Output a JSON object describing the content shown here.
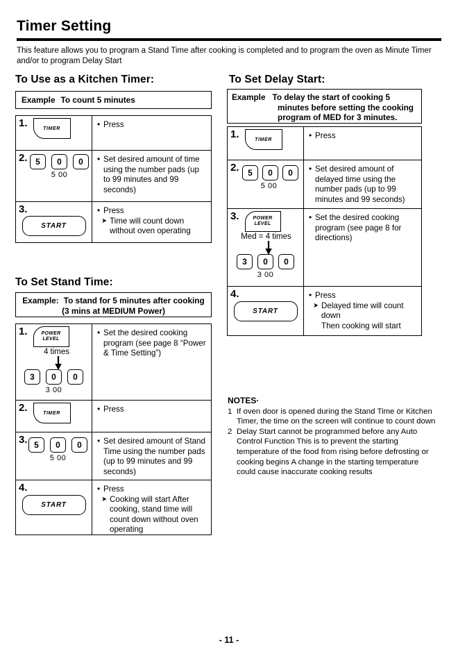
{
  "document": {
    "title": "Timer Setting",
    "intro": "This feature allows you to program a Stand Time after cooking is completed and to program the oven as Minute Timer and/or to program Delay Start",
    "page_number": "- 11 -"
  },
  "sections": {
    "kitchen_timer": {
      "heading": "To Use as a Kitchen Timer:",
      "example": {
        "lead": "Example",
        "body": "To count 5 minutes"
      },
      "steps": [
        {
          "num": "1.",
          "control": "timer-button",
          "button_label": "TIMER",
          "instruction_bullet": "Press"
        },
        {
          "num": "2.",
          "control": "number-pads",
          "pads": [
            "5",
            "0",
            "0"
          ],
          "display": "5 00",
          "instruction_bullet": "Set desired amount of time using the number pads  (up to 99 minutes and 99 seconds)"
        },
        {
          "num": "3.",
          "control": "start-button",
          "button_label": "START",
          "instruction_bullet": "Press",
          "instruction_arrow": "Time will count down without oven operating"
        }
      ]
    },
    "stand_time": {
      "heading": "To Set Stand Time:",
      "example": {
        "lead": "Example:",
        "body_line1": "To stand for 5 minutes after cooking",
        "body_line2": "(3 mins  at MEDIUM Power)"
      },
      "steps": [
        {
          "num": "1.",
          "control": "power-level-button",
          "button_label_line1": "POWER",
          "button_label_line2": "LEVEL",
          "times_label": "4 times",
          "pads": [
            "3",
            "0",
            "0"
          ],
          "display": "3 00",
          "instruction_bullet": "Set the desired cooking program (see page 8 “Power & Time Setting”)"
        },
        {
          "num": "2.",
          "control": "timer-button",
          "button_label": "TIMER",
          "instruction_bullet": "Press"
        },
        {
          "num": "3.",
          "control": "number-pads",
          "pads": [
            "5",
            "0",
            "0"
          ],
          "display": "5 00",
          "instruction_bullet": "Set desired amount of Stand Time using the number pads  (up to 99 minutes and 99 seconds)"
        },
        {
          "num": "4.",
          "control": "start-button",
          "button_label": "START",
          "instruction_bullet": "Press",
          "instruction_arrow": "Cooking will start  After cooking, stand time will count down without oven operating"
        }
      ]
    },
    "delay_start": {
      "heading": "To Set Delay Start:",
      "example": {
        "lead": "Example",
        "body_line1": "To delay the start of cooking 5",
        "body_line2": "minutes before setting the cooking",
        "body_line3": "program of MED  for 3 minutes."
      },
      "steps": [
        {
          "num": "1.",
          "control": "timer-button",
          "button_label": "TIMER",
          "instruction_bullet": "Press"
        },
        {
          "num": "2.",
          "control": "number-pads",
          "pads": [
            "5",
            "0",
            "0"
          ],
          "display": "5 00",
          "instruction_bullet": "Set desired amount of delayed time using the number pads  (up to 99 minutes and 99 seconds)"
        },
        {
          "num": "3.",
          "control": "power-level-button",
          "button_label_line1": "POWER",
          "button_label_line2": "LEVEL",
          "times_label": "Med = 4 times",
          "pads": [
            "3",
            "0",
            "0"
          ],
          "display": "3 00",
          "instruction_bullet": "Set the desired cooking program (see page 8 for directions)"
        },
        {
          "num": "4.",
          "control": "start-button",
          "button_label": "START",
          "instruction_bullet": "Press",
          "instruction_arrow": "Delayed time will count down",
          "instruction_plain": "Then cooking will start"
        }
      ]
    }
  },
  "notes": {
    "title": "NOTES·",
    "items": [
      {
        "marker": "1",
        "text": "If oven door is opened during the Stand Time or Kitchen Timer, the time on the screen will continue to count down"
      },
      {
        "marker": "2",
        "text": "Delay Start cannot be programmed before any Auto Control Function This is to prevent the starting temperature of the food from rising before defrosting or cooking begins  A change in the starting temperature could cause inaccurate cooking results"
      }
    ]
  }
}
